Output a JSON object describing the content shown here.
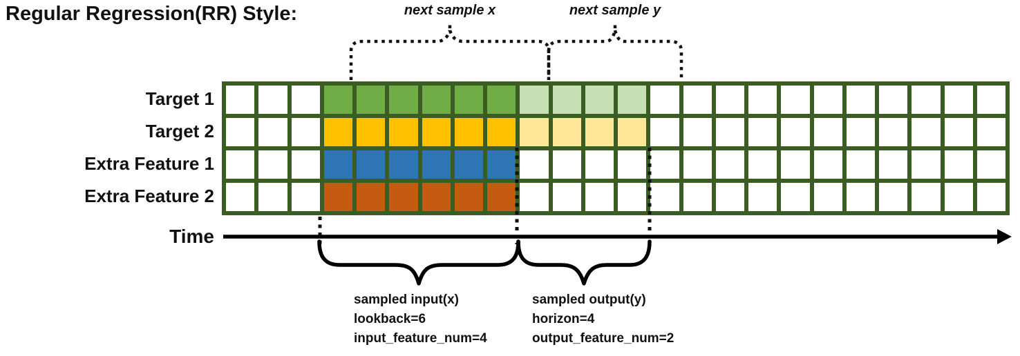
{
  "title": "Regular Regression(RR) Style:",
  "top_annotations": {
    "next_sample_x": "next sample x",
    "next_sample_y": "next sample y"
  },
  "time_axis": {
    "label": "Time"
  },
  "grid": {
    "columns": 24,
    "input_start_col": 3,
    "lookback": 6,
    "horizon": 4,
    "border_color": "#3b5c23",
    "empty_cell_color": "#ffffff",
    "rows": [
      {
        "label": "Target 1",
        "input_color": "#70ad47",
        "output_color": "#c6e0b4",
        "has_output": true
      },
      {
        "label": "Target 2",
        "input_color": "#ffc000",
        "output_color": "#ffe699",
        "has_output": true
      },
      {
        "label": "Extra Feature 1",
        "input_color": "#2e75b6",
        "output_color": null,
        "has_output": false
      },
      {
        "label": "Extra Feature 2",
        "input_color": "#c55a11",
        "output_color": null,
        "has_output": false
      }
    ]
  },
  "bottom_annotations": {
    "input_lines": [
      "sampled input(x)",
      "lookback=6",
      "input_feature_num=4"
    ],
    "output_lines": [
      "sampled output(y)",
      "horizon=4",
      "output_feature_num=2"
    ]
  }
}
